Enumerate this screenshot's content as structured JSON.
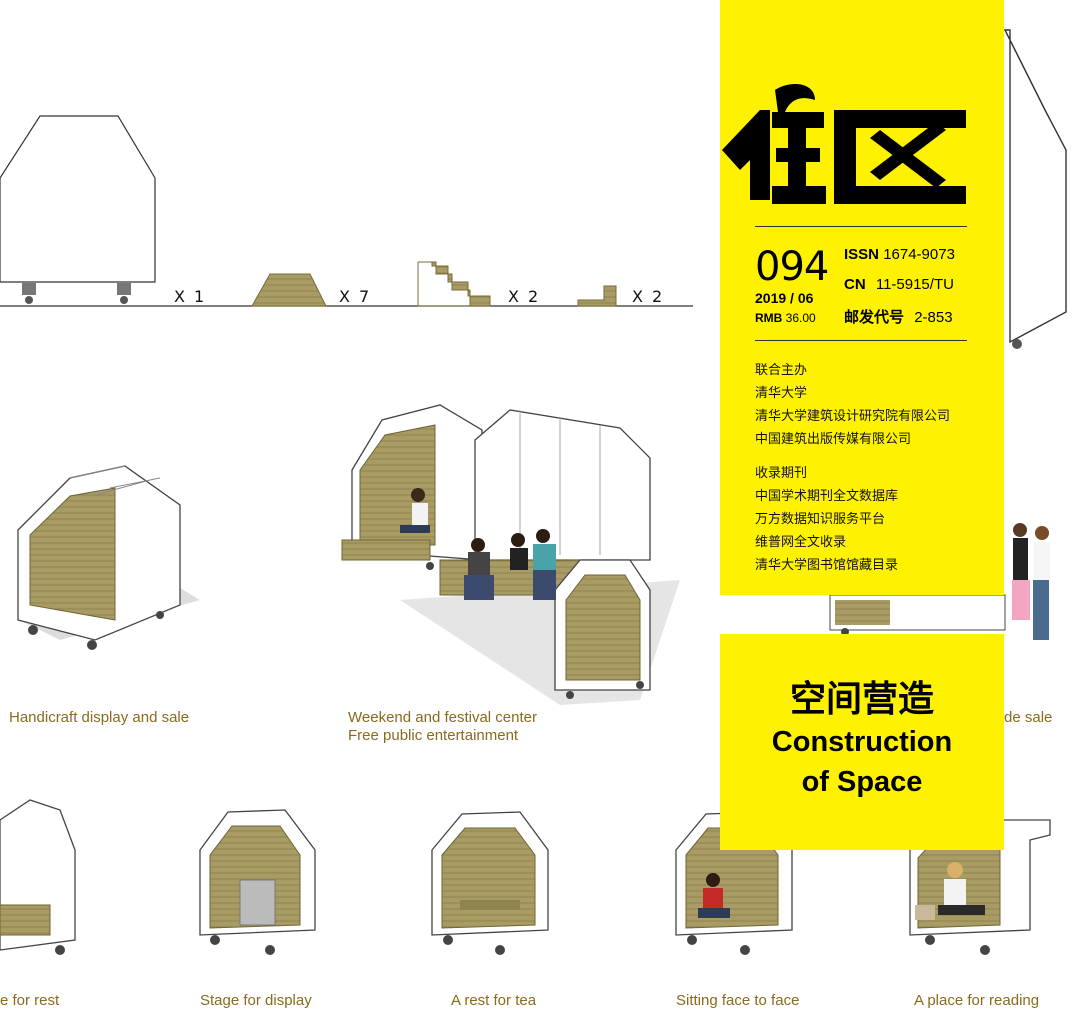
{
  "parts": {
    "counts": [
      "X 1",
      "X 7",
      "X 2",
      "X 2"
    ]
  },
  "captions": {
    "handicraft": "Handicraft display and sale",
    "weekend_1": "Weekend and festival center",
    "weekend_2": "Free public entertainment",
    "partial_right": "de sale",
    "rest": "e for rest",
    "stage": "Stage for display",
    "tea": "A rest for tea",
    "sitting": "Sitting face to face",
    "reading": "A place for reading"
  },
  "journal": {
    "logo_text": "住区",
    "issue_number": "094",
    "date": "2019 / 06",
    "price_label": "RMB",
    "price_value": "36.00",
    "issn_label": "ISSN",
    "issn_value": "1674-9073",
    "cn_label": "CN",
    "cn_value": "11-5915/TU",
    "post_label": "邮发代号",
    "post_value": "2-853",
    "sponsors": [
      "联合主办",
      "清华大学",
      "清华大学建筑设计研究院有限公司",
      "中国建筑出版传媒有限公司"
    ],
    "indexed": [
      "收录期刊",
      "中国学术期刊全文数据库",
      "万方数据知识服务平台",
      "维普网全文收录",
      "清华大学图书馆馆藏目录"
    ]
  },
  "section": {
    "title_cn": "空间营造",
    "title_en_1": "Construction",
    "title_en_2": "of Space"
  }
}
